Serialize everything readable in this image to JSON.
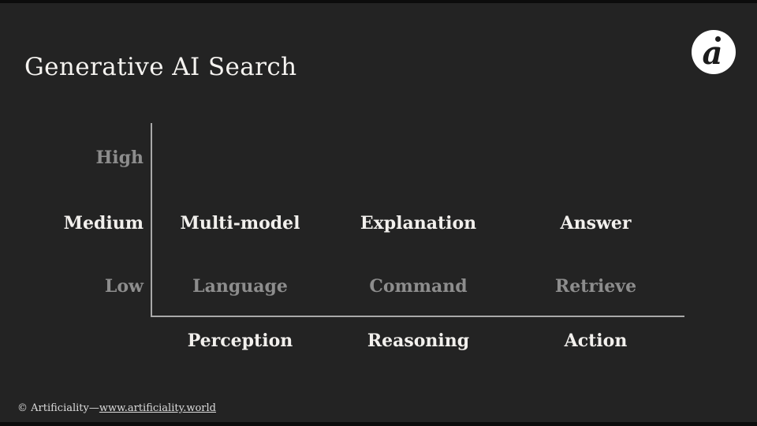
{
  "slide": {
    "title": "Generative AI Search",
    "logo": {
      "glyph": "a"
    },
    "footer": {
      "copyright": "© Artificiality—",
      "link": "www.artificiality.world"
    }
  },
  "matrix": {
    "y_axis_labels": [
      {
        "label": "High",
        "emphasis": false
      },
      {
        "label": "Medium",
        "emphasis": true
      },
      {
        "label": "Low",
        "emphasis": false
      }
    ],
    "x_axis_labels": [
      {
        "label": "Perception"
      },
      {
        "label": "Reasoning"
      },
      {
        "label": "Action"
      }
    ],
    "cells": [
      {
        "text": "Multi-model",
        "row": "Medium",
        "col": "Perception",
        "emphasis": true
      },
      {
        "text": "Explanation",
        "row": "Medium",
        "col": "Reasoning",
        "emphasis": true
      },
      {
        "text": "Answer",
        "row": "Medium",
        "col": "Action",
        "emphasis": true
      },
      {
        "text": "Language",
        "row": "Low",
        "col": "Perception",
        "emphasis": false
      },
      {
        "text": "Command",
        "row": "Low",
        "col": "Reasoning",
        "emphasis": false
      },
      {
        "text": "Retrieve",
        "row": "Low",
        "col": "Action",
        "emphasis": false
      }
    ]
  },
  "chart_data": {
    "type": "table",
    "title": "Generative AI Search",
    "x_categories": [
      "Perception",
      "Reasoning",
      "Action"
    ],
    "y_categories": [
      "High",
      "Medium",
      "Low"
    ],
    "rows": [
      {
        "y": "High",
        "values": [
          "",
          "",
          ""
        ]
      },
      {
        "y": "Medium",
        "values": [
          "Multi-model",
          "Explanation",
          "Answer"
        ]
      },
      {
        "y": "Low",
        "values": [
          "Language",
          "Command",
          "Retrieve"
        ]
      }
    ],
    "layout_hints": {
      "highlighted_row": "Medium",
      "dimmed_row": "Low",
      "grid": false,
      "legend": false
    }
  },
  "colors": {
    "background": "#232323",
    "edge_bar": "#0c0c0c",
    "text_bright": "#f2f0ed",
    "text_dim": "#8d8d8d",
    "axis_line": "#a9a9a9",
    "logo_background": "#ffffff",
    "logo_glyph": "#1b1b1b"
  }
}
